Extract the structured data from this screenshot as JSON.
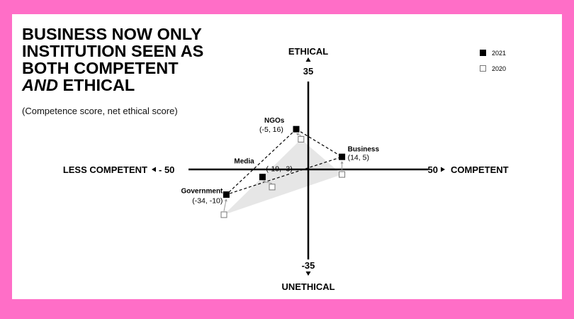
{
  "title": {
    "line1": "BUSINESS NOW ONLY",
    "line2": "INSTITUTION  SEEN AS",
    "line3": "BOTH COMPETENT",
    "line4_em": "AND",
    "line4_rest": " ETHICAL"
  },
  "subtitle": "(Competence score, net ethical score)",
  "axes": {
    "top_label": "ETHICAL",
    "top_value": "35",
    "bottom_label": "UNETHICAL",
    "bottom_value": "-35",
    "left_label": "LESS COMPETENT",
    "left_value": "- 50",
    "right_label": "COMPETENT",
    "right_value": "50"
  },
  "legend": {
    "series_2021": "2021",
    "series_2020": "2020"
  },
  "colors": {
    "background": "#ff6ec7",
    "marker_2021": "#000000",
    "marker_2020": "#ffffff",
    "area_fill": "#e6e6e6"
  },
  "chart_data": {
    "type": "scatter",
    "xlim": [
      -50,
      50
    ],
    "ylim": [
      -35,
      35
    ],
    "grid": false,
    "legend_position": "top-right",
    "series": [
      {
        "name": "2021",
        "points": [
          {
            "label": "NGOs",
            "value_text": "(-5, 16)",
            "x": -5,
            "y": 16
          },
          {
            "label": "Business",
            "value_text": "(14, 5)",
            "x": 14,
            "y": 5
          },
          {
            "label": "Media",
            "value_text": "(-19, -3)",
            "x": -19,
            "y": -3
          },
          {
            "label": "Government",
            "value_text": "(-34, -10)",
            "x": -34,
            "y": -10
          }
        ]
      },
      {
        "name": "2020",
        "points": [
          {
            "label": "NGOs",
            "x": -3,
            "y": 12
          },
          {
            "label": "Business",
            "x": 14,
            "y": -2
          },
          {
            "label": "Media",
            "x": -15,
            "y": -7
          },
          {
            "label": "Government",
            "x": -35,
            "y": -18
          }
        ]
      }
    ]
  }
}
